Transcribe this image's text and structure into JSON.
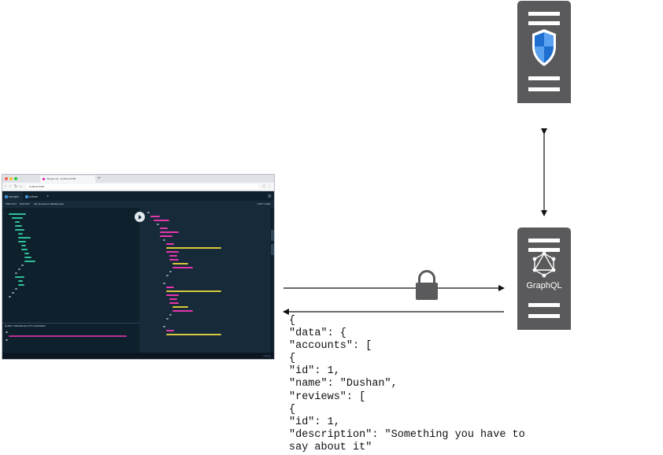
{
  "browser": {
    "tab_title": "Playground - localhost:4000",
    "new_tab": "+",
    "url": "localhost:4000",
    "playground_tabs": [
      "accounts",
      "reviews"
    ],
    "add_tab": "+",
    "settings_icon": "gear-icon",
    "toolbar": {
      "prettify": "PRETTIFY",
      "history": "HISTORY",
      "endpoint": "http://localhost:4000/graphql",
      "copy_curl": "COPY CURL"
    },
    "variables_label": "QUERY VARIABLES   HTTP HEADERS",
    "status": "Tracing"
  },
  "graphql_label": "GraphQL",
  "response_lines": [
    "{",
    "\"data\": {",
    "\"accounts\": [",
    "{",
    "\"id\": 1,",
    "\"name\": \"Dushan\",",
    "\"reviews\": [",
    "{",
    "\"id\": 1,",
    "\"description\": \"Something you have to",
    "say about it\""
  ],
  "colors": {
    "server": "#5a5a5c",
    "shield_blue": "#1e6fd0",
    "playground_bg": "#0b1622",
    "arrow": "#111111"
  }
}
